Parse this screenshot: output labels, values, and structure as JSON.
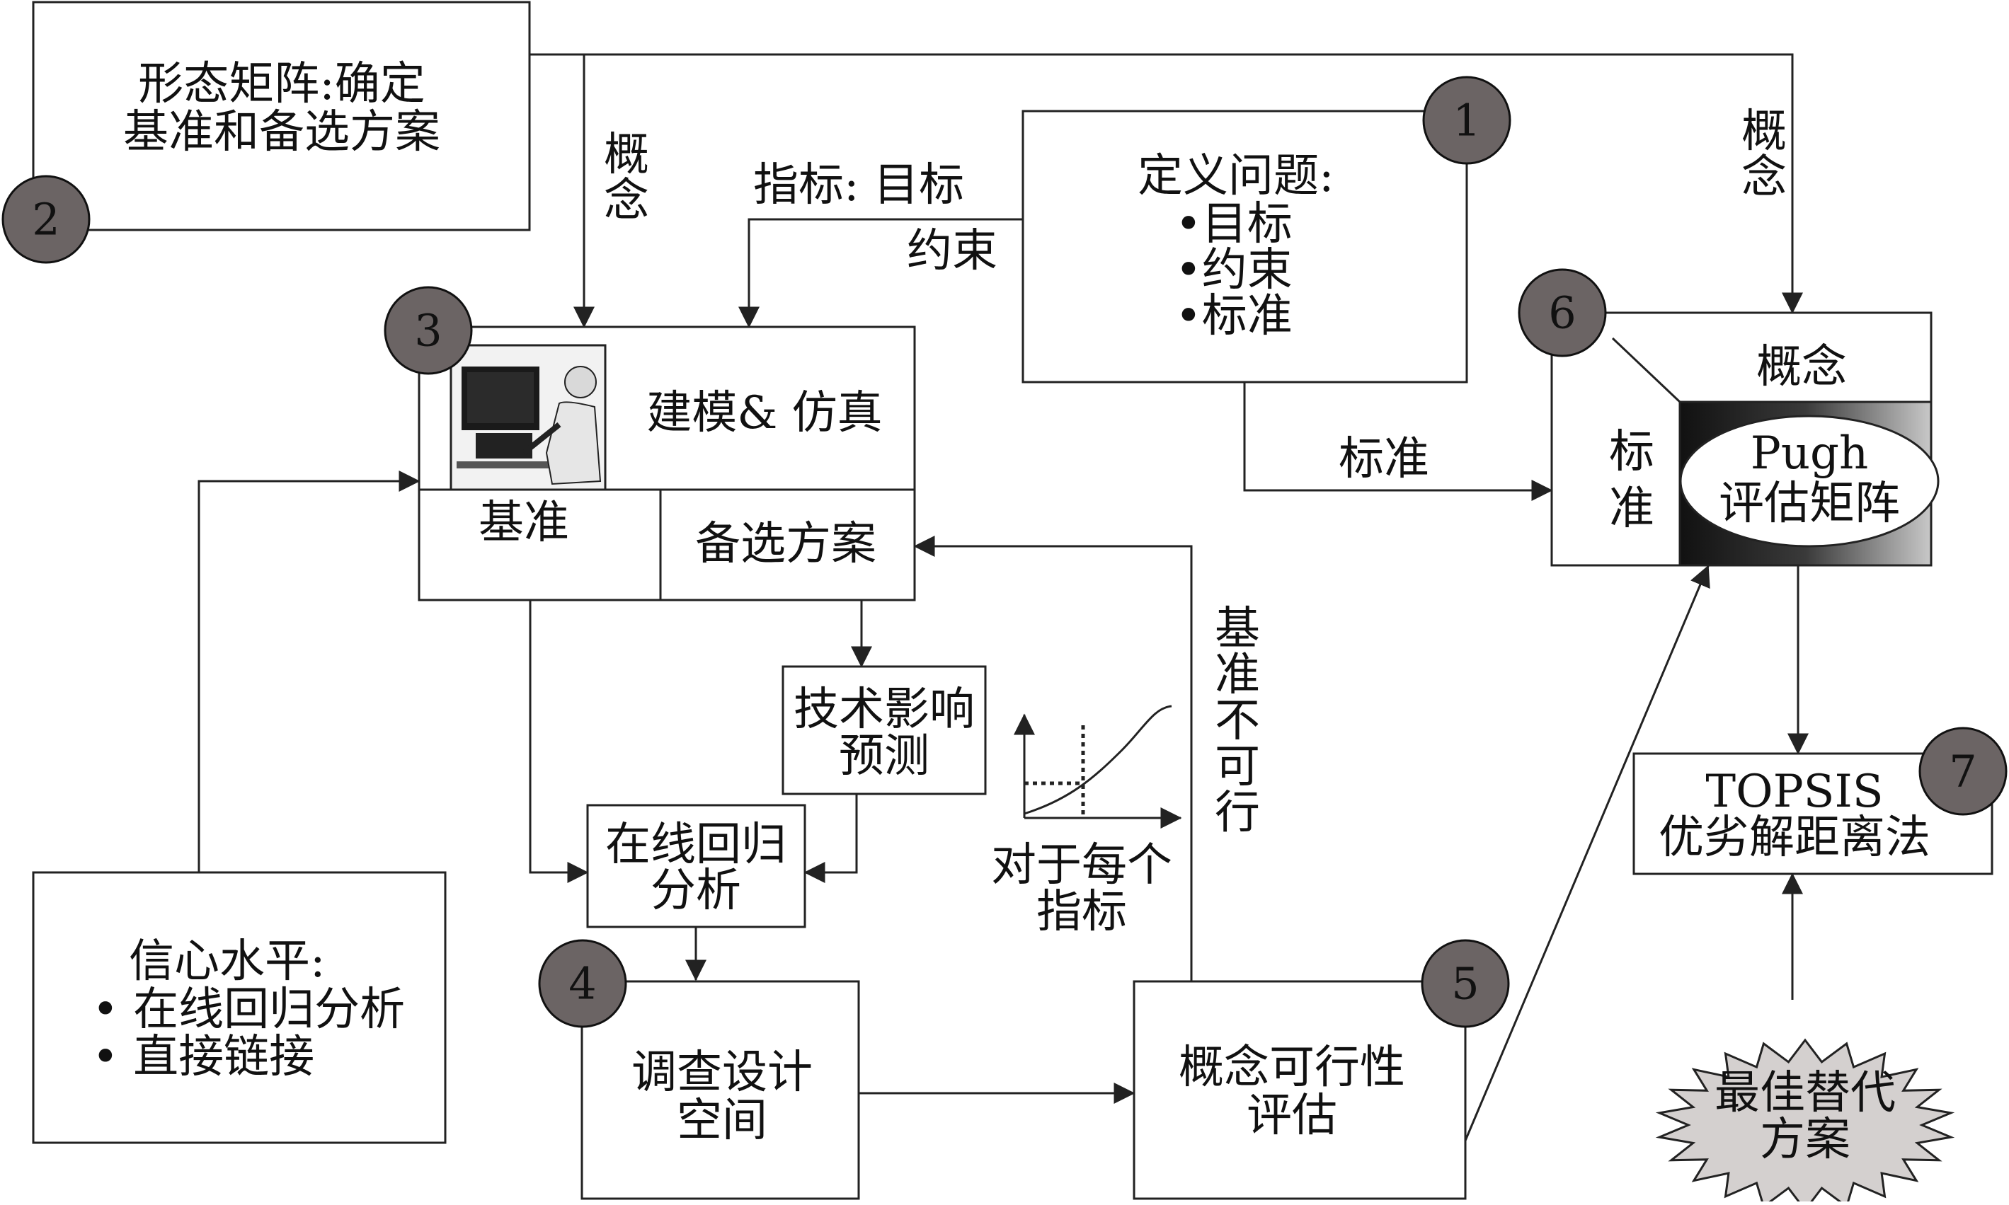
{
  "steps": {
    "s1": {
      "num": "1",
      "title": "定义问题:",
      "items": [
        "•目标",
        "•约束",
        "•标准"
      ]
    },
    "s2": {
      "num": "2",
      "line1": "形态矩阵:确定",
      "line2": "基准和备选方案"
    },
    "s3": {
      "num": "3",
      "title": "建模& 仿真",
      "baseline": "基准",
      "alternatives": "备选方案"
    },
    "s4": {
      "num": "4",
      "line1": "调查设计",
      "line2": "空间"
    },
    "s5": {
      "num": "5",
      "line1": "概念可行性",
      "line2": "评估"
    },
    "s6": {
      "num": "6",
      "concept": "概念",
      "criteria_1": "标",
      "criteria_2": "准",
      "pugh_1": "Pugh",
      "pugh_2": "评估矩阵"
    },
    "s7": {
      "num": "7",
      "line1": "TOPSIS",
      "line2": "优劣解距离法"
    }
  },
  "boxes": {
    "tech_forecast": {
      "line1": "技术影响",
      "line2": "预测"
    },
    "regression": {
      "line1": "在线回归",
      "line2": "分析"
    },
    "confidence": {
      "title": "信心水平:",
      "item1": "• 在线回归分析",
      "item2": "• 直接链接"
    },
    "best_alt": {
      "line1": "最佳替代",
      "line2": "方案"
    }
  },
  "edge_labels": {
    "concept_left_1": "概",
    "concept_left_2": "念",
    "concept_right_1": "概",
    "concept_right_2": "念",
    "metrics_goal": "指标: 目标",
    "constraint": "约束",
    "criteria": "标准",
    "infeasible": [
      "基",
      "准",
      "不",
      "可",
      "行"
    ],
    "per_metric_1": "对于每个",
    "per_metric_2": "指标"
  },
  "icons": [
    "computer-user-icon",
    "s-curve-graph-icon",
    "starburst-icon"
  ]
}
